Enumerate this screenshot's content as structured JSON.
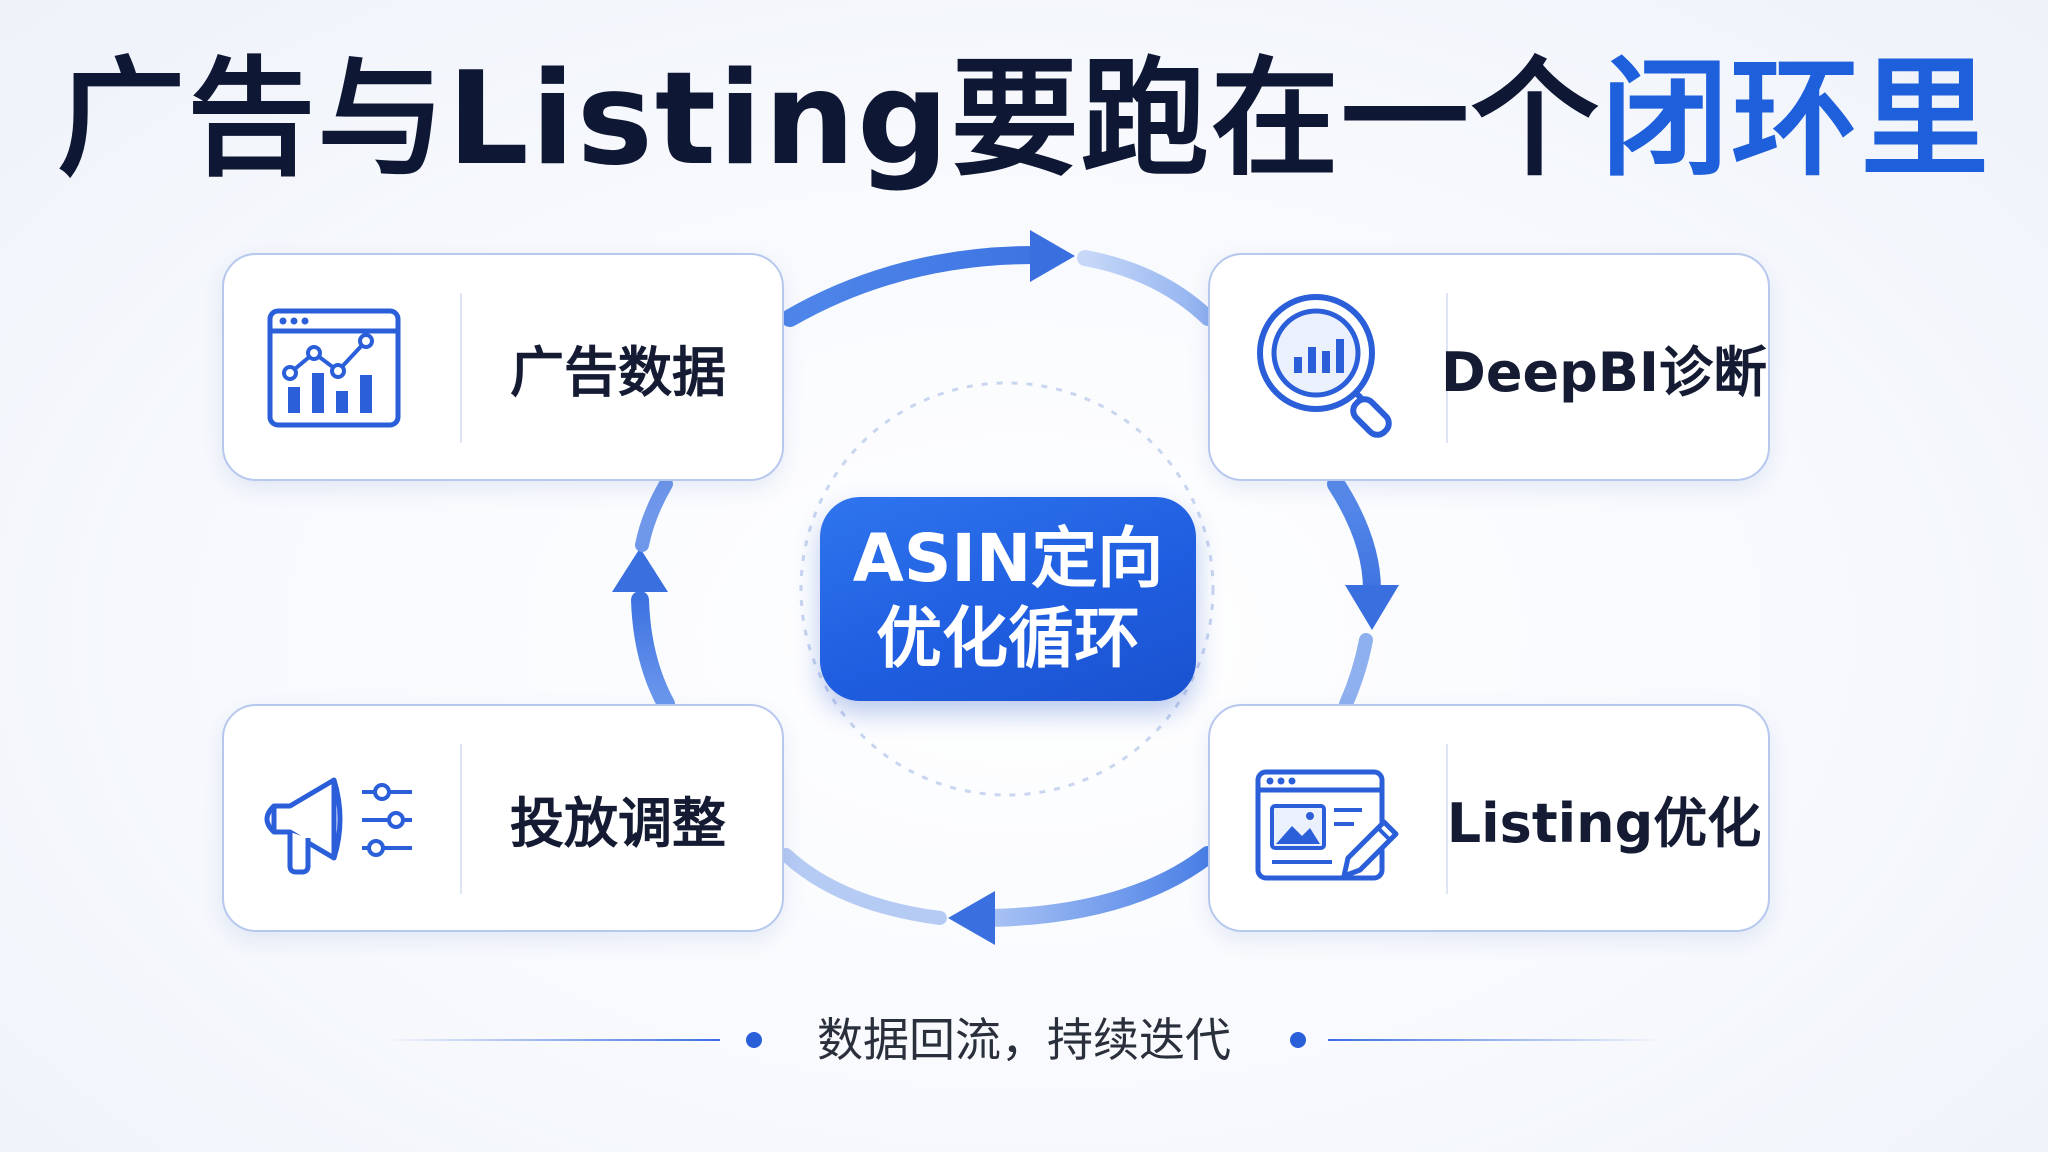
{
  "title": {
    "main": "广告与Listing要跑在一个",
    "accent": "闭环里"
  },
  "cards": {
    "ad_data": {
      "label": "广告数据",
      "icon": "analytics-chart-icon"
    },
    "deepbi": {
      "label": "DeepBI诊断",
      "icon": "magnifier-chart-icon"
    },
    "adjust": {
      "label": "投放调整",
      "icon": "megaphone-sliders-icon"
    },
    "listing": {
      "label": "Listing优化",
      "icon": "listing-edit-icon"
    }
  },
  "center": {
    "line1": "ASIN定向",
    "line2": "优化循环"
  },
  "footer": {
    "text": "数据回流，持续迭代"
  },
  "colors": {
    "accent": "#1e5fdc",
    "title": "#0e1733",
    "icon": "#2a5fd9"
  }
}
